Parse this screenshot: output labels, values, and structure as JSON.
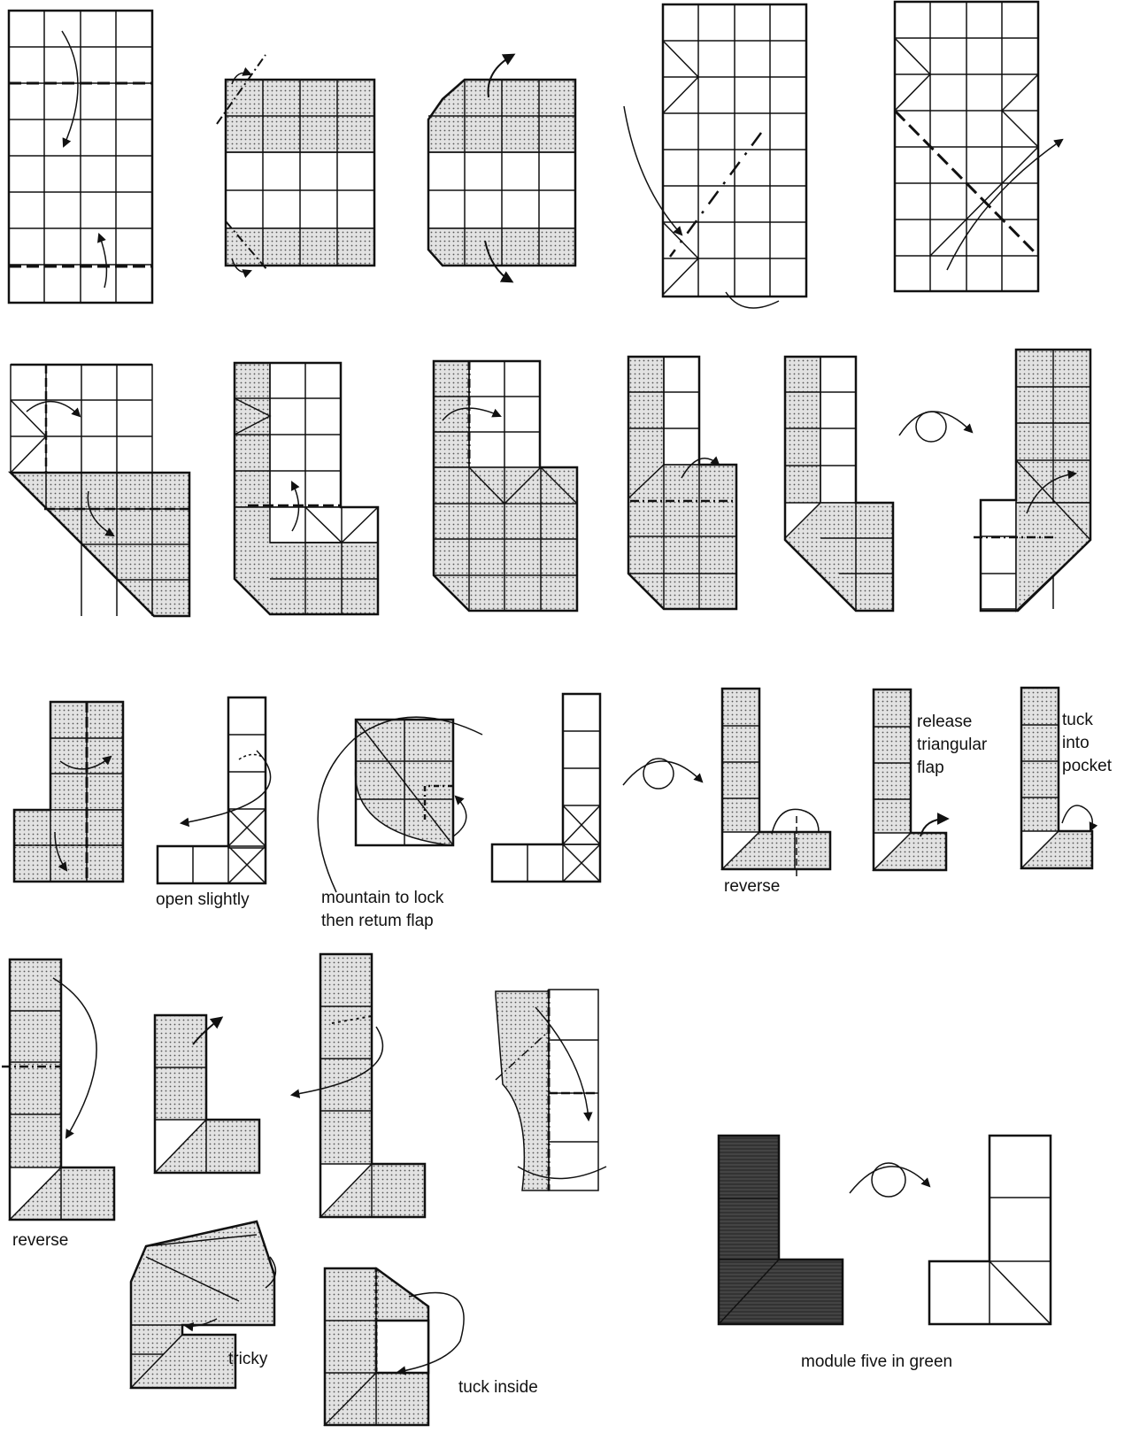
{
  "labels": {
    "open_slightly": "open slightly",
    "mountain_to_lock": "mountain to lock",
    "then_return_flap": "then retum flap",
    "reverse_1": "reverse",
    "release": "release",
    "triangular": "triangular",
    "flap": "flap",
    "tuck": "tuck",
    "into": "into",
    "pocket": "pocket",
    "reverse_2": "reverse",
    "tricky": "tricky",
    "tuck_inside": "tuck inside",
    "module_five": "module five in green"
  },
  "colors": {
    "line": "#111111",
    "dotted_fill": "#d9d9d9",
    "green_module_fill": "#3a3a3a"
  }
}
